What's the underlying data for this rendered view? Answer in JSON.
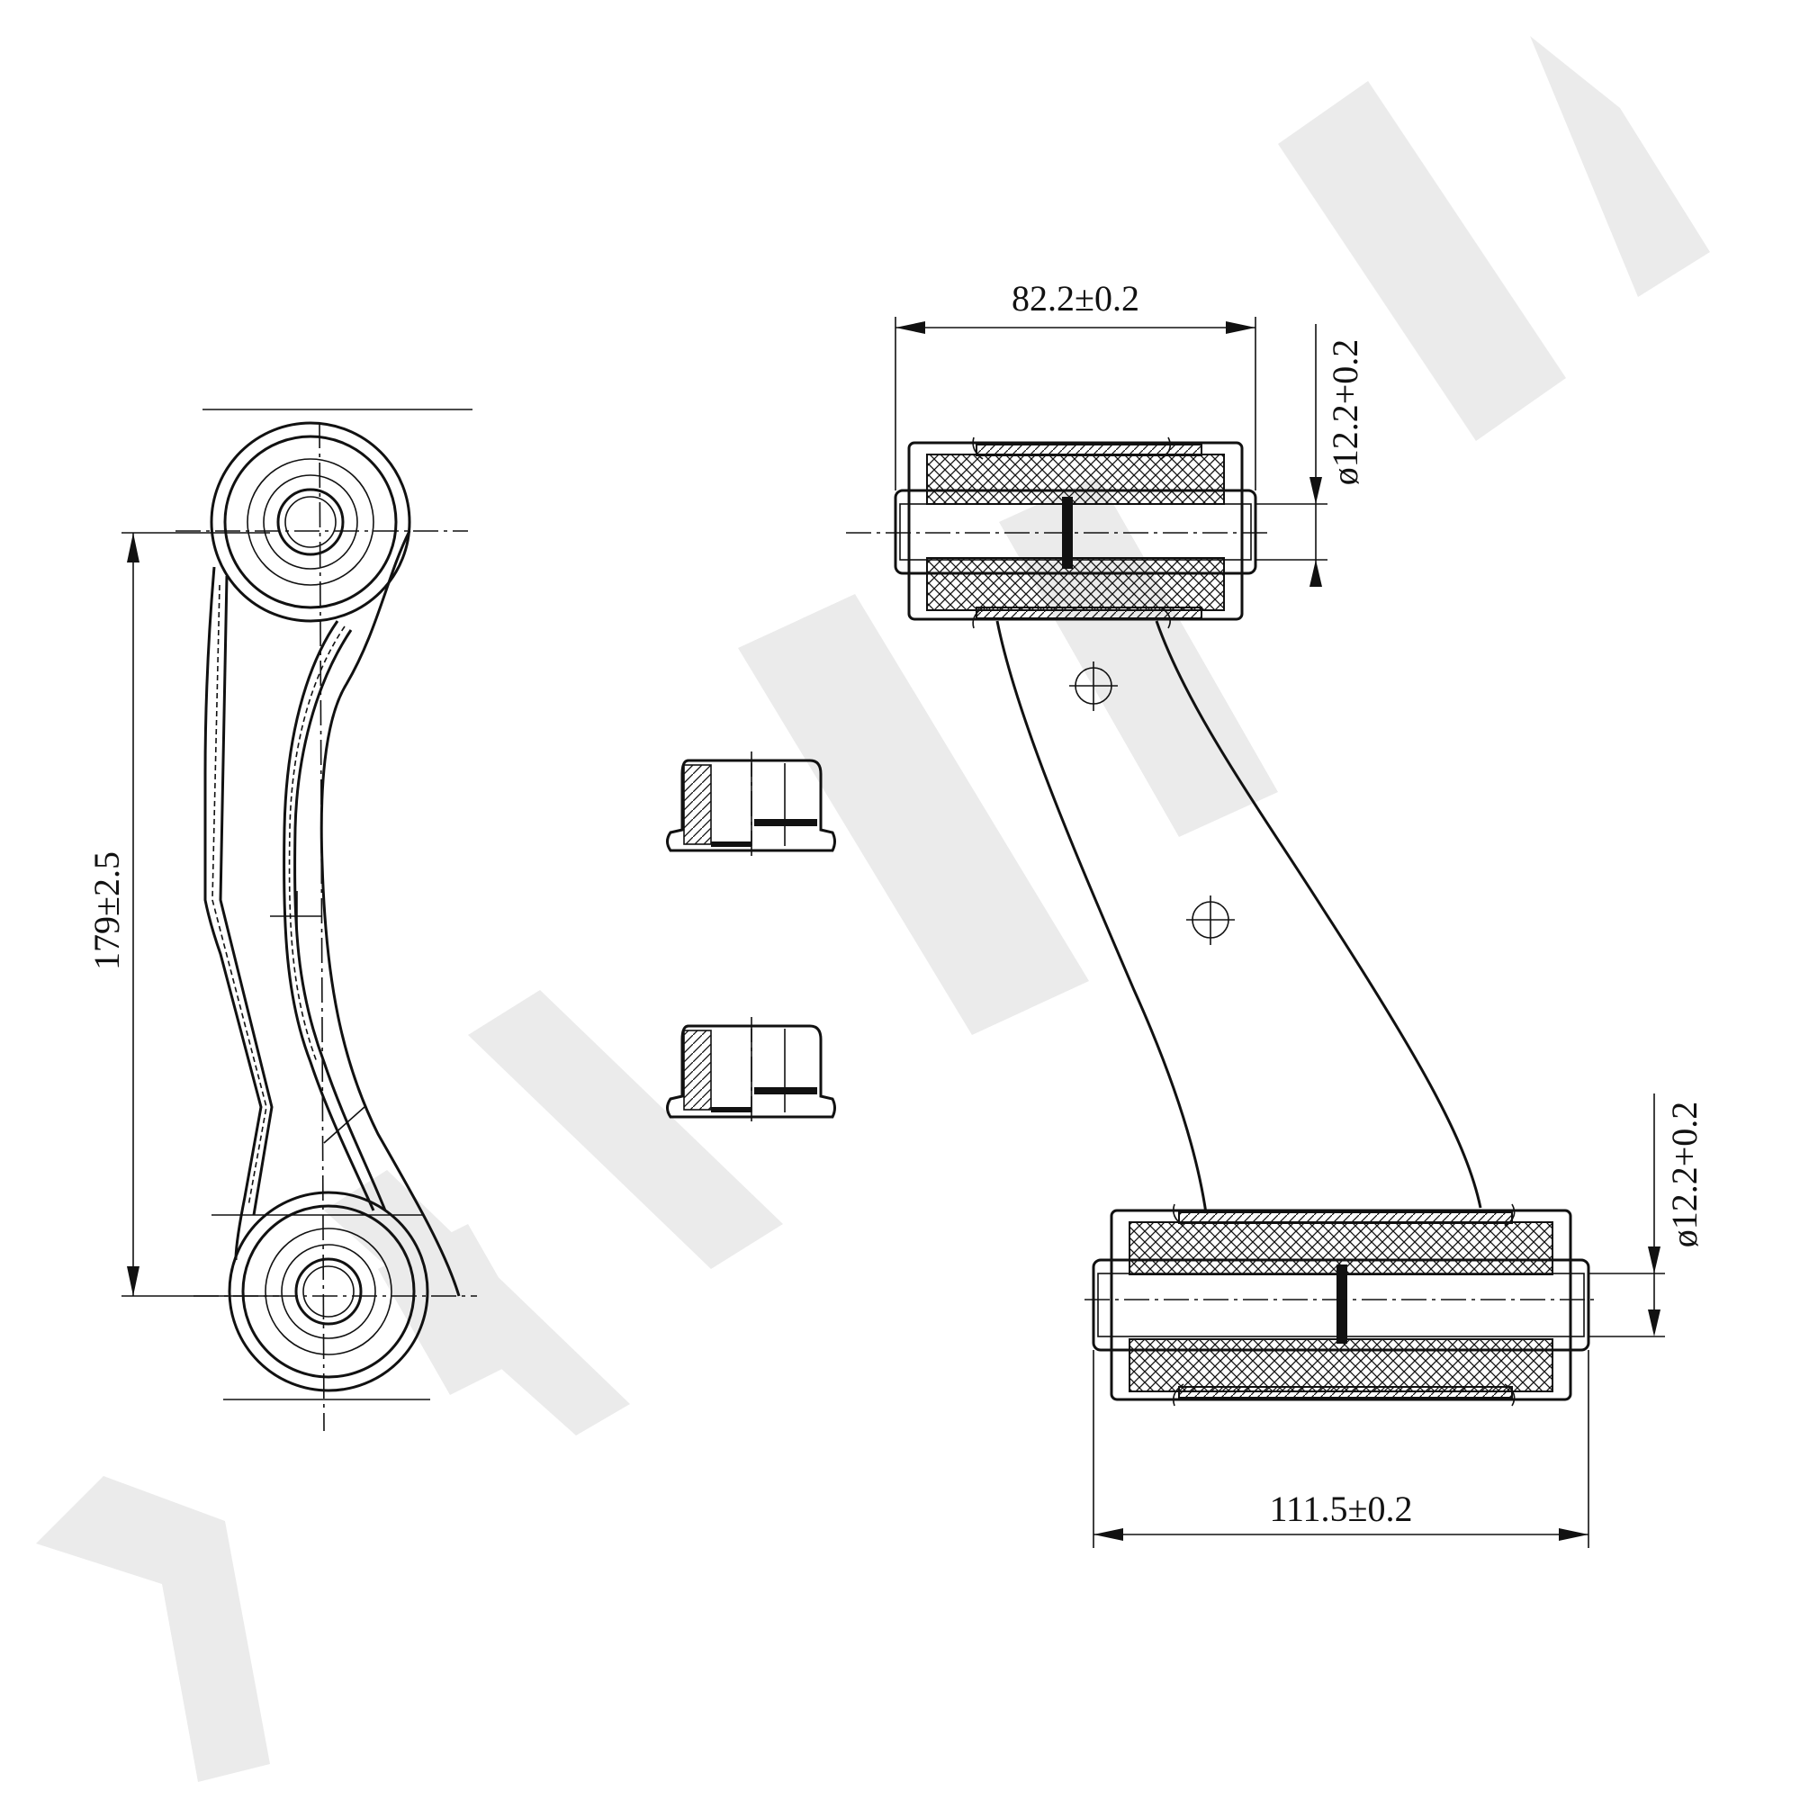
{
  "watermark": {
    "text": "ZENNTEK",
    "color": "#ebebeb"
  },
  "dimensions": {
    "length": "179±2.5",
    "width_top": "82.2±0.2",
    "bore_top": "ø12.2+0.2",
    "bore_bottom": "ø12.2+0.2",
    "width_bottom": "111.5±0.2"
  }
}
